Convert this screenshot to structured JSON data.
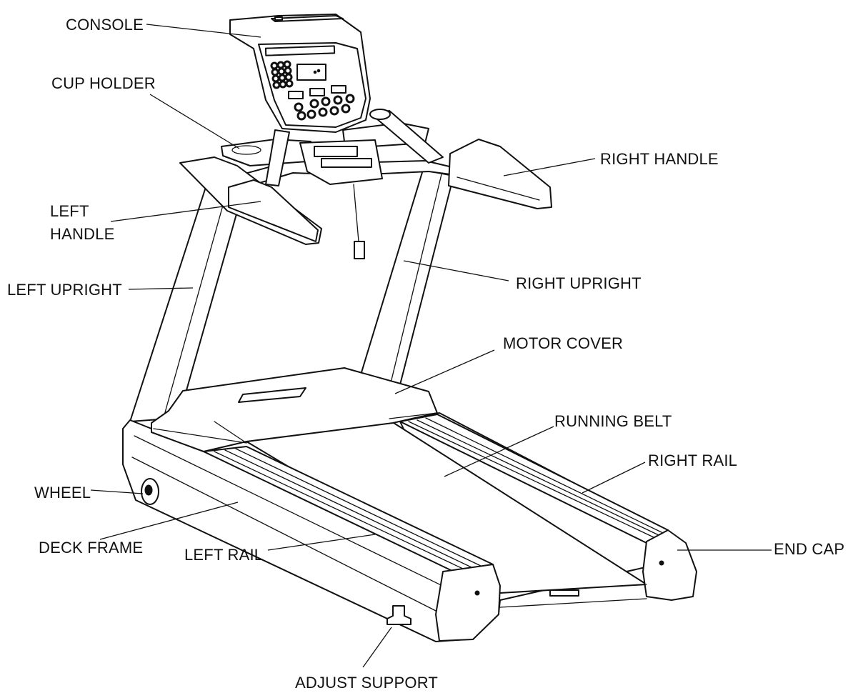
{
  "labels": {
    "console": "CONSOLE",
    "cup_holder": "CUP HOLDER",
    "right_handle": "RIGHT HANDLE",
    "left_handle_line1": "LEFT",
    "left_handle_line2": "HANDLE",
    "left_upright": "LEFT UPRIGHT",
    "right_upright": "RIGHT UPRIGHT",
    "motor_cover": "MOTOR COVER",
    "running_belt": "RUNNING BELT",
    "right_rail": "RIGHT RAIL",
    "wheel": "WHEEL",
    "deck_frame": "DECK FRAME",
    "end_cap": "END CAP",
    "left_rail": "LEFT RAIL",
    "adjust_support": "ADJUST SUPPORT"
  }
}
